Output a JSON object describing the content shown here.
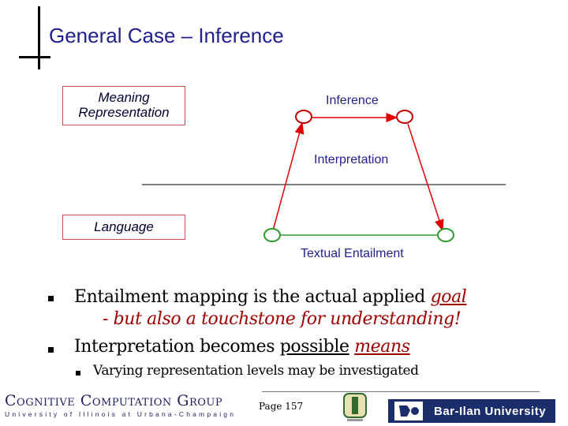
{
  "slide": {
    "title": "General Case – Inference"
  },
  "diagram": {
    "meaning_box": "Meaning Representation",
    "language_box": "Language",
    "inference_label": "Inference",
    "interpretation_label": "Interpretation",
    "entailment_label": "Textual Entailment",
    "colors": {
      "arrow": "#e00000",
      "upper_node": "#c00000",
      "lower_node": "#2e9b2e",
      "lower_line": "#2e9b2e",
      "box_border": "#c0504d"
    }
  },
  "bullets": {
    "b1_part1": "Entailment mapping is the actual applied ",
    "b1_goal": "goal",
    "b1_line2": "- but also a touchstone for understanding!",
    "b2_part1": "Interpretation becomes ",
    "b2_possible": "possible",
    "b2_means": "means",
    "sub1": "Varying representation levels may be investigated"
  },
  "footer": {
    "group_name": "Cognitive Computation Group",
    "university": "University of Illinois at Urbana-Champaign",
    "page": "Page 157",
    "bar_ilan": "Bar-Ilan University"
  }
}
